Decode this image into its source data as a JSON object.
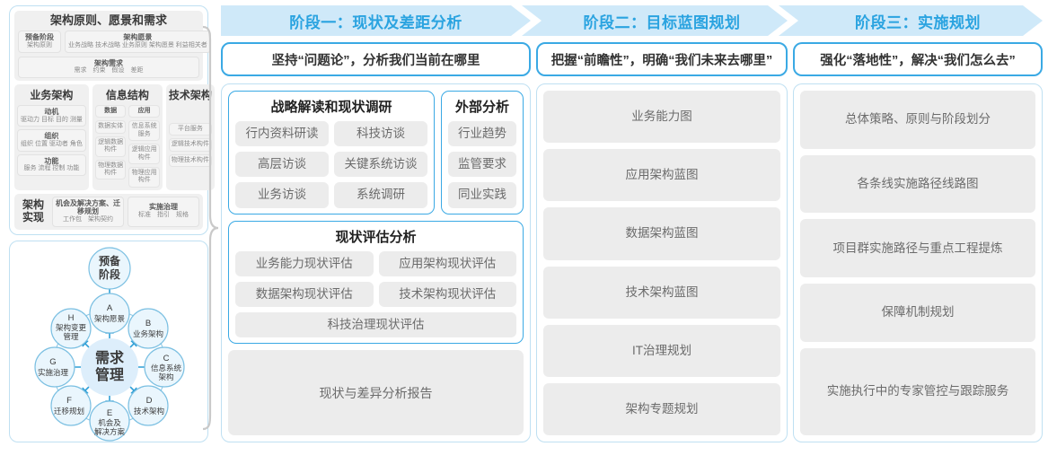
{
  "left_panel": {
    "togaf": {
      "principles_group": {
        "title": "架构原则、愿景和需求",
        "prep": {
          "title": "预备阶段",
          "sub": "架构原则"
        },
        "vision": {
          "title": "架构愿景",
          "sub": "业务战略 技术战略 业务原则 架构愿景 利益相关者"
        },
        "requirements": {
          "title": "架构需求",
          "sub": "需求　约束　假设　差距"
        }
      },
      "columns": [
        {
          "title": "业务架构",
          "blocks": [
            {
              "title": "动机",
              "sub": "驱动力 目标 目的 测量"
            },
            {
              "title": "组织",
              "sub": "组织 位置 驱动者 角色"
            },
            {
              "title": "功能",
              "sub": "服务 流程 控制 功能"
            }
          ]
        },
        {
          "title": "信息结构",
          "sub_columns": [
            {
              "title": "数据",
              "items": [
                "数据实体",
                "逻辑数据构件",
                "物理数据构件"
              ]
            },
            {
              "title": "应用",
              "items": [
                "信息系统服务",
                "逻辑应用构件",
                "物理应用构件"
              ]
            }
          ]
        },
        {
          "title": "技术架构",
          "items": [
            "平台服务",
            "逻辑技术构件",
            "物理技术构件"
          ]
        }
      ],
      "implementation": {
        "label": "架构实现",
        "blocks": [
          {
            "title": "机会及解决方案、迁移规划",
            "sub": "工作包　架构契约"
          },
          {
            "title": "实施治理",
            "sub": "标准　指引　规格"
          }
        ]
      }
    },
    "adm": {
      "center": "需求\n管理",
      "center_line1": "需求",
      "center_line2": "管理",
      "preliminary_line1": "预备",
      "preliminary_line2": "阶段",
      "nodes": [
        {
          "key": "A",
          "label": "架构愿景"
        },
        {
          "key": "B",
          "label": "业务架构"
        },
        {
          "key": "C",
          "label": "信息系统架构"
        },
        {
          "key": "D",
          "label": "技术架构"
        },
        {
          "key": "E",
          "label": "机会及解决方案"
        },
        {
          "key": "F",
          "label": "迁移规划"
        },
        {
          "key": "G",
          "label": "实施治理"
        },
        {
          "key": "H",
          "label": "架构变更管理"
        }
      ]
    }
  },
  "phases": [
    {
      "header": "阶段一：现状及差距分析",
      "subtitle": "坚持“问题论”，分析我们当前在哪里",
      "groups": [
        {
          "title": "战略解读和现状调研",
          "items": [
            "行内资料研读",
            "科技访谈",
            "高层访谈",
            "关键系统访谈",
            "业务访谈",
            "系统调研"
          ]
        },
        {
          "title": "外部分析",
          "items": [
            "行业趋势",
            "监管要求",
            "同业实践"
          ]
        },
        {
          "title": "现状评估分析",
          "items": [
            "业务能力现状评估",
            "应用架构现状评估",
            "数据架构现状评估",
            "技术架构现状评估",
            "科技治理现状评估"
          ]
        }
      ],
      "report": "现状与差异分析报告"
    },
    {
      "header": "阶段二：目标蓝图规划",
      "subtitle": "把握“前瞻性”，明确“我们未来去哪里”",
      "items": [
        "业务能力图",
        "应用架构蓝图",
        "数据架构蓝图",
        "技术架构蓝图",
        "IT治理规划",
        "架构专题规划"
      ]
    },
    {
      "header": "阶段三：实施规划",
      "subtitle": "强化“落地性”，解决“我们怎么去”",
      "items": [
        "总体策略、原则与阶段划分",
        "各条线实施路径线路图",
        "项目群实施路径与重点工程提炼",
        "保障机制规划",
        "实施执行中的专家管控与跟踪服务"
      ]
    }
  ],
  "colors": {
    "accent": "#2aa3e0",
    "header_bg": "#cfe9f9",
    "border_blue": "#3aa9e4",
    "border_light": "#bfe0f2",
    "pill_bg": "#ececec",
    "pill_text": "#6b6b6b",
    "node_fill": "#ddeefb",
    "node_stroke": "#6cb9e0"
  }
}
